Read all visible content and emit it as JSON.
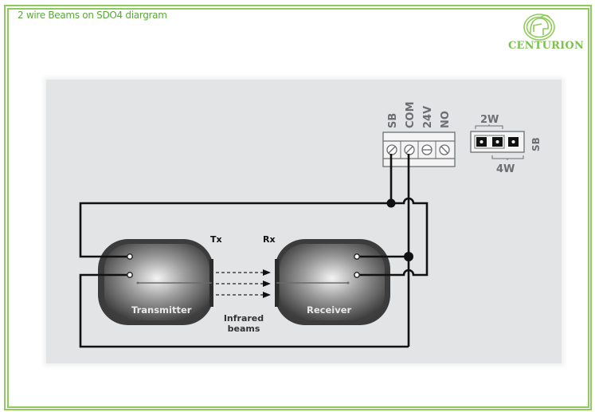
{
  "page": {
    "title": "2 wire Beams on SDO4 diargram",
    "brand": "CENTURION",
    "colors": {
      "frame": "#8fcb5a",
      "title_text": "#5aa83a",
      "brand": "#7cc04e",
      "panel_bg": "#e3e4e6",
      "wire": "#111111",
      "label_gray": "#6d6e71"
    }
  },
  "terminal_block": {
    "labels": [
      "SB",
      "COM",
      "24V",
      "NO"
    ]
  },
  "jumper": {
    "label_top": "2W",
    "label_bottom": "4W",
    "label_side": "SB"
  },
  "devices": {
    "transmitter": {
      "label": "Transmitter",
      "tag": "Tx"
    },
    "receiver": {
      "label": "Receiver",
      "tag": "Rx"
    }
  },
  "beams": {
    "label_line1": "Infrared",
    "label_line2": "beams"
  },
  "icons": {
    "logo": "centurion-helmet-icon",
    "screw_terminal": "screw-terminal-icon",
    "junction": "wire-junction-dot",
    "beam_arrow": "arrow-right-icon"
  }
}
